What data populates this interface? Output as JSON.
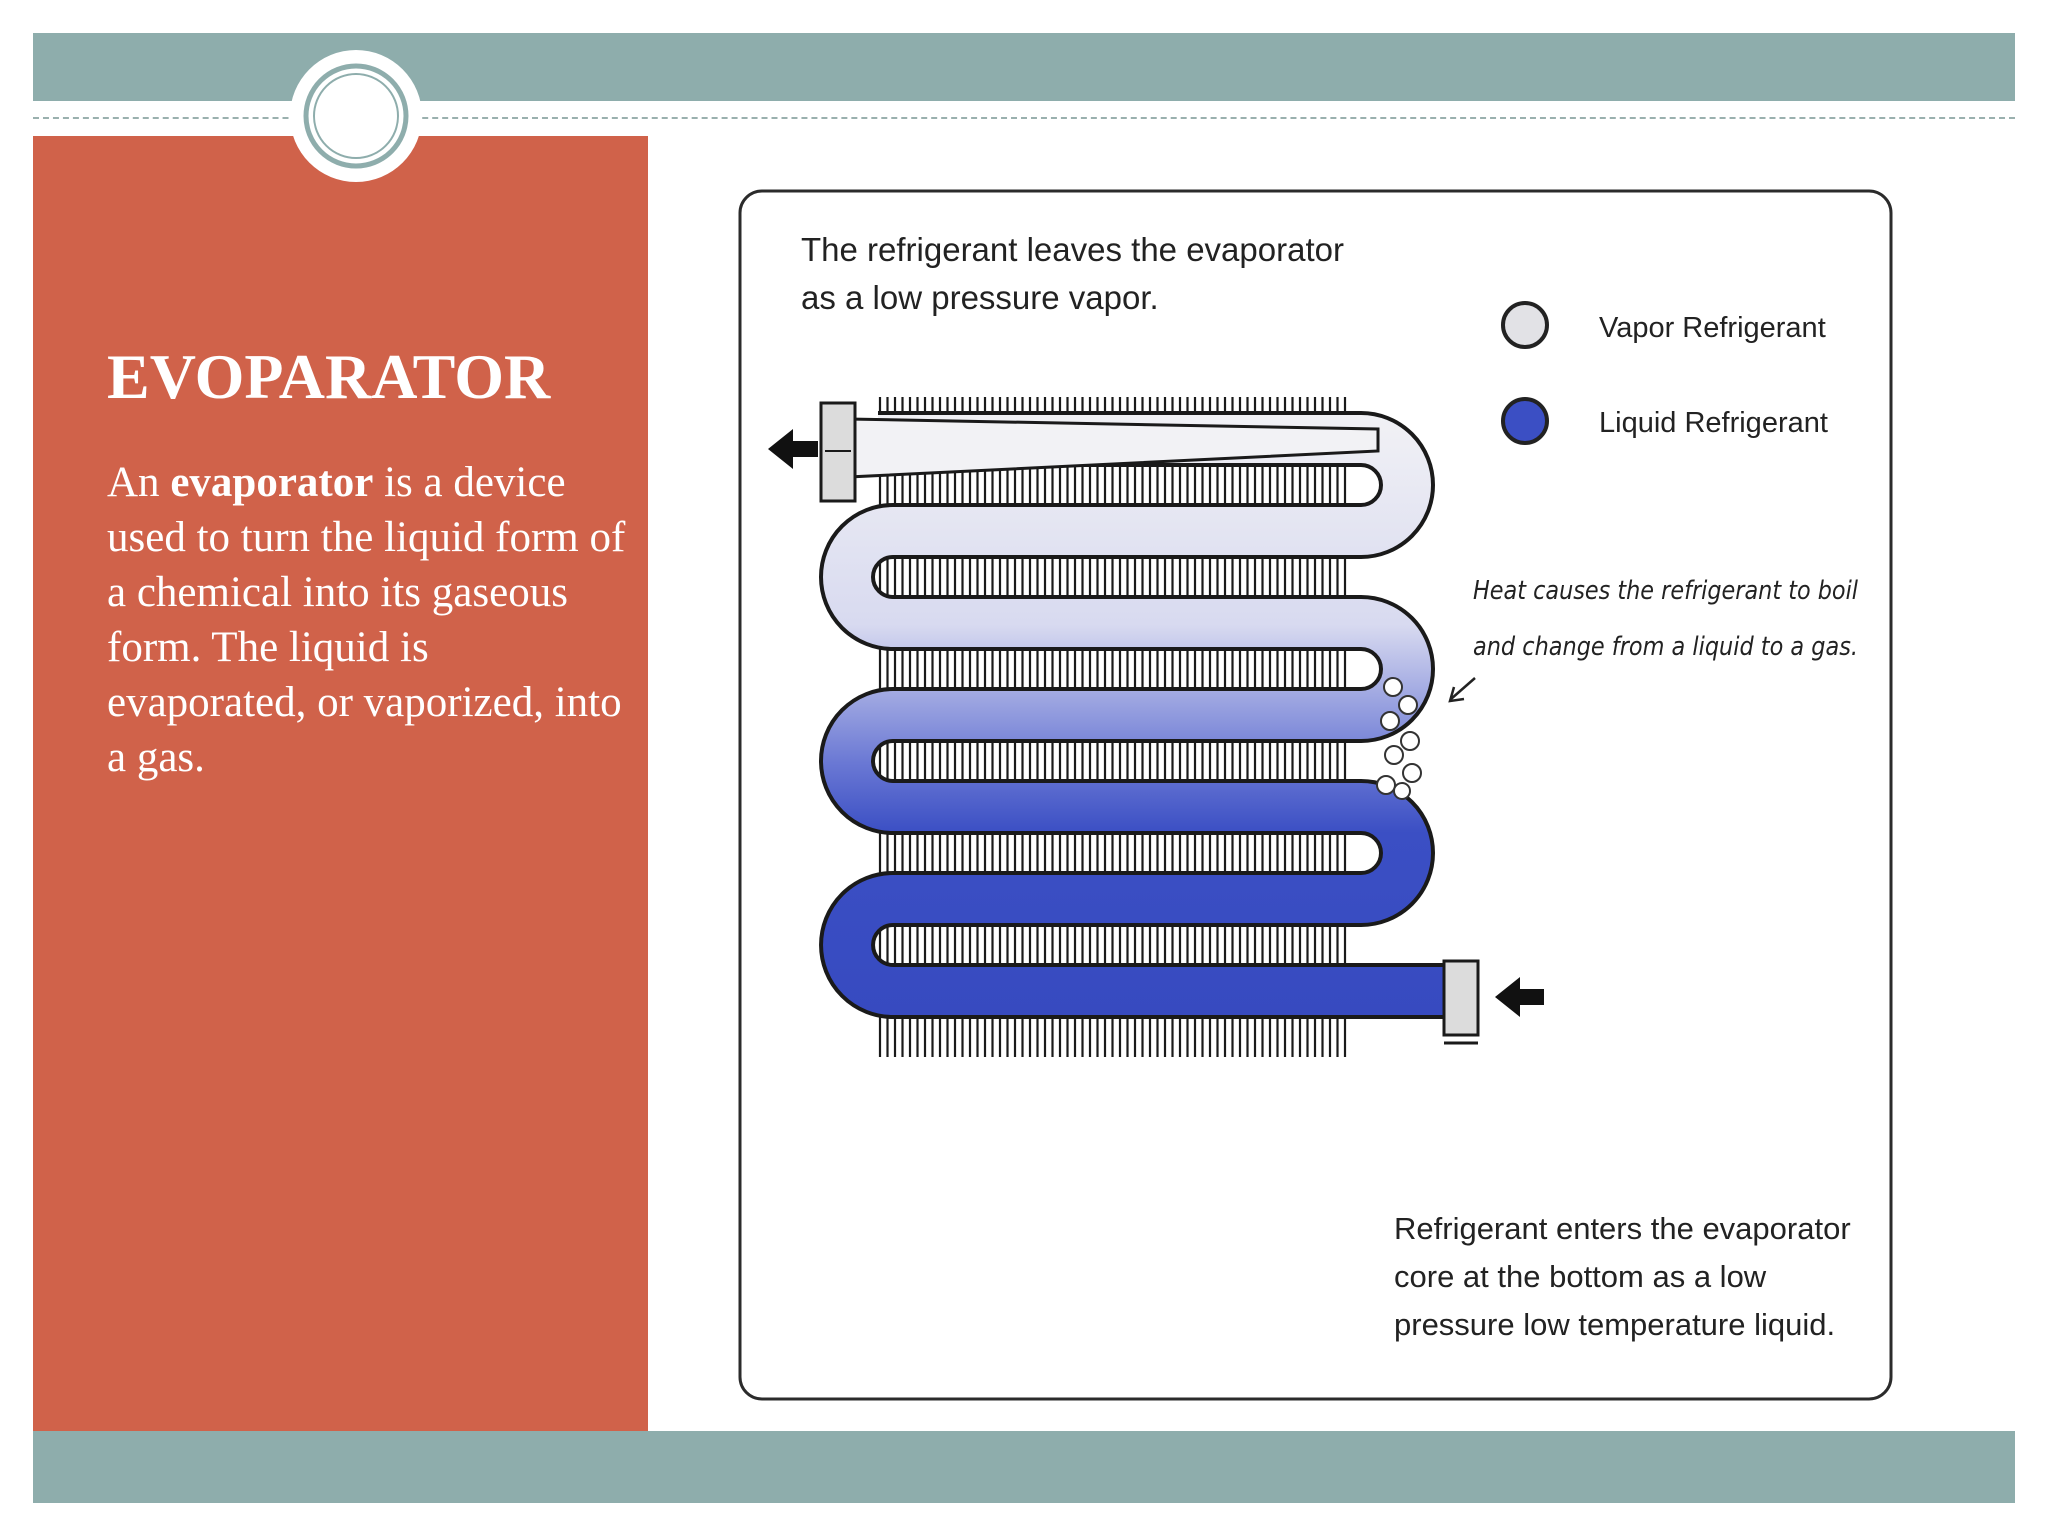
{
  "slide": {
    "title": "EVOPARATOR",
    "body": {
      "lead": "An ",
      "term": "evaporator",
      "rest": " is a device used to turn the liquid form of a chemical into its gaseous form. The liquid is evaporated, or vaporized, into a gas."
    }
  },
  "diagram": {
    "top_caption_line1": "The refrigerant leaves the evaporator",
    "top_caption_line2": "as a low pressure vapor.",
    "legend": [
      {
        "label": "Vapor Refrigerant",
        "color": "#e2e2e6"
      },
      {
        "label": "Liquid Refrigerant",
        "color": "#3b4fc4"
      }
    ],
    "heat_note_line1": "Heat causes the refrigerant to boil",
    "heat_note_line2": "and change from a liquid to a gas.",
    "bottom_caption_line1": "Refrigerant enters the evaporator",
    "bottom_caption_line2": "core at the bottom as a low",
    "bottom_caption_line3": "pressure low temperature liquid."
  },
  "colors": {
    "teal_band": "#8eadac",
    "panel": "#d0624a",
    "vapor": "#e2e2e6",
    "liquid": "#3b4fc4"
  }
}
